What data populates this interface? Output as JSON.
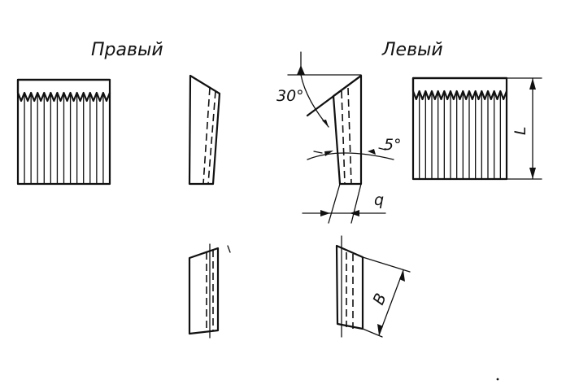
{
  "labels": {
    "right": "Правый",
    "left": "Левый"
  },
  "dimensions": {
    "angle_top": "30°",
    "angle_small": "5°",
    "thickness": "q",
    "length": "L",
    "width": "B"
  },
  "colors": {
    "ink": "#111111",
    "paper": "#ffffff"
  }
}
